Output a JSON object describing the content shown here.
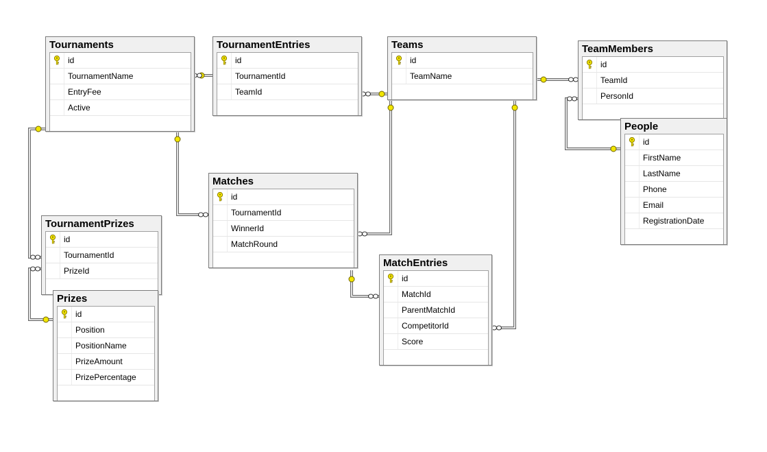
{
  "diagram": {
    "tables": [
      {
        "key": "tournaments",
        "name": "Tournaments",
        "columns": [
          "id",
          "TournamentName",
          "EntryFee",
          "Active"
        ]
      },
      {
        "key": "tournamententries",
        "name": "TournamentEntries",
        "columns": [
          "id",
          "TournamentId",
          "TeamId"
        ]
      },
      {
        "key": "teams",
        "name": "Teams",
        "columns": [
          "id",
          "TeamName"
        ]
      },
      {
        "key": "teammembers",
        "name": "TeamMembers",
        "columns": [
          "id",
          "TeamId",
          "PersonId"
        ]
      },
      {
        "key": "people",
        "name": "People",
        "columns": [
          "id",
          "FirstName",
          "LastName",
          "Phone",
          "Email",
          "RegistrationDate"
        ]
      },
      {
        "key": "matches",
        "name": "Matches",
        "columns": [
          "id",
          "TournamentId",
          "WinnerId",
          "MatchRound"
        ]
      },
      {
        "key": "tournamentprizes",
        "name": "TournamentPrizes",
        "columns": [
          "id",
          "TournamentId",
          "PrizeId"
        ]
      },
      {
        "key": "prizes",
        "name": "Prizes",
        "columns": [
          "id",
          "Position",
          "PositionName",
          "PrizeAmount",
          "PrizePercentage"
        ]
      },
      {
        "key": "matchentries",
        "name": "MatchEntries",
        "columns": [
          "id",
          "MatchId",
          "ParentMatchId",
          "CompetitorId",
          "Score"
        ]
      }
    ],
    "relationships": [
      {
        "from": "tournaments",
        "to": "tournamententries"
      },
      {
        "from": "teams",
        "to": "tournamententries"
      },
      {
        "from": "teams",
        "to": "teammembers"
      },
      {
        "from": "people",
        "to": "teammembers"
      },
      {
        "from": "tournaments",
        "to": "matches"
      },
      {
        "from": "teams",
        "to": "matches"
      },
      {
        "from": "tournaments",
        "to": "tournamentprizes"
      },
      {
        "from": "prizes",
        "to": "tournamentprizes"
      },
      {
        "from": "matches",
        "to": "matchentries"
      },
      {
        "from": "teams",
        "to": "matchentries"
      }
    ],
    "key_icon": "primary-key-icon",
    "key_color": "#f2e600",
    "line_color": "#6a6a6a"
  }
}
